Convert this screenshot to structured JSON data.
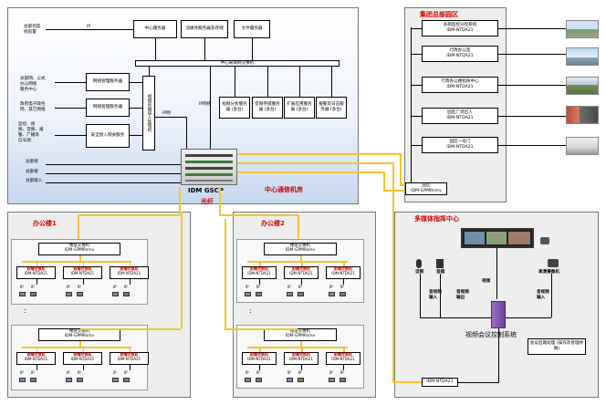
{
  "center": {
    "title": "中心通信机房",
    "top_boxes": [
      "中心服务器",
      "流媒体服务器及存储",
      "文件服务器"
    ],
    "bus_label": "中心局域网交换机",
    "left_labels": [
      "总部到其\n他前置",
      "总部网、公式\n办公网络\n服务中心",
      "政府电子政务\n网、其它网络",
      "监控、视\n频、音频、报\n警、广播等\n信号源"
    ],
    "mid_boxes": [
      "网络管理服务器",
      "网络管理服务器",
      "安全接入网关服务"
    ],
    "vbox": "视频前端接入处理机",
    "ip_labels": [
      "IP",
      "IP",
      "IP",
      "IP"
    ],
    "ip_single": "IP网",
    "ip_center": "IP网络",
    "right_boxes": [
      "视频分析服务器\n(多台)",
      "音频存储服务器\n(多台)",
      "扩展应用服务器\n(多台)",
      "报警及日志服务器\n(多台)"
    ],
    "bottom_labels": [
      "总部接",
      "总部接",
      "总部接入"
    ],
    "device": "IDM GSCP",
    "fiber": "光纤"
  },
  "group": {
    "title": "集团总部园区",
    "items": [
      {
        "name": "总部监控分控系统",
        "model": "IDM-NTDA21"
      },
      {
        "name": "行政办公室",
        "model": "IDM-NTDA21"
      },
      {
        "name": "行政办公楼指挥中心",
        "model": "IDM-NTDA21"
      },
      {
        "name": "园区广场出入",
        "model": "IDM-NTDA21"
      },
      {
        "name": "园区一号门",
        "model": "IDM-NTDA21"
      }
    ],
    "bottom": {
      "name": "园区",
      "model": "IDM-GPMRsmv"
    }
  },
  "media": {
    "title": "多媒体指挥中心",
    "labels": [
      "话筒",
      "音箱",
      "视频",
      "高清摄像机",
      "音视频\n输入",
      "音视频\n输出",
      "音视频\n输入"
    ],
    "system": "视频会议控制系统",
    "note": "会议后期处理\n(操作及管理终端)",
    "bottom_device": "IDM-NTDA21"
  },
  "offices": [
    {
      "title": "办公楼1",
      "blocks": [
        {
          "switch": "楼层交换机",
          "switch_model": "IDM-GPMRsmv",
          "devs": [
            {
              "r": "前端交换机",
              "m": "IDM-NTDA21"
            },
            {
              "r": "前端交换机",
              "m": "IDM-NTDA21"
            },
            {
              "r": "前端交换机",
              "m": "IDM NTDA21"
            }
          ]
        },
        {
          "switch": "楼层交换机",
          "switch_model": "IDM-GPMRsmv",
          "devs": [
            {
              "r": "前端交换机",
              "m": "IDM-NTDA21"
            },
            {
              "r": "前端交换机",
              "m": "IDM-NTDA21"
            },
            {
              "r": "前端交换机",
              "m": "IDM-NTDA21"
            }
          ]
        }
      ]
    },
    {
      "title": "办公楼2",
      "blocks": [
        {
          "switch": "楼层交换机",
          "switch_model": "IDM-GPMRsmv",
          "devs": [
            {
              "r": "前端交换机",
              "m": "IDM-NTDA21"
            },
            {
              "r": "前端交换机",
              "m": "IDM-NTDA21"
            },
            {
              "r": "前端交换机",
              "m": "IDM-NTDA21"
            }
          ]
        },
        {
          "switch": "楼层交换机",
          "switch_model": "IDM-GPMRsmv",
          "devs": [
            {
              "r": "前端交换机",
              "m": "IDM-NTDA21"
            },
            {
              "r": "前端交换机",
              "m": "IDM-NTDA21"
            },
            {
              "r": "前端交换机",
              "m": "IDM-NTDA21"
            }
          ]
        }
      ]
    }
  ],
  "endpoint": {
    "ip": "IP"
  },
  "ellipsis": ":",
  "colors": {
    "link": "#f4c430",
    "title_red": "#d40000",
    "panel_blue": "#c7d8ef"
  }
}
